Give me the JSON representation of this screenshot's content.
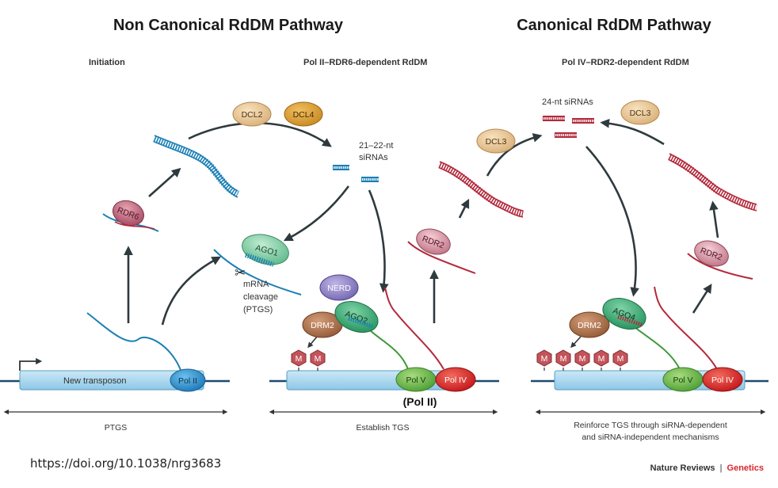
{
  "headings": {
    "non_canonical": "Non Canonical RdDM Pathway",
    "canonical": "Canonical RdDM Pathway"
  },
  "panels": {
    "initiation": {
      "subtitle": "Initiation",
      "gene_label": "New transposon",
      "polymerase": "Pol II",
      "enzymes": [
        "RDR6",
        "AGO1"
      ],
      "cleavage_text": [
        "mRNA",
        "cleavage",
        "(PTGS)"
      ],
      "bottom_label": "PTGS"
    },
    "pol2_rdr6": {
      "subtitle": "Pol II–RDR6-dependent RdDM",
      "dicers": [
        "DCL2",
        "DCL4"
      ],
      "sirna_text": [
        "21–22-nt",
        "siRNAs"
      ],
      "proteins": [
        "NERD",
        "AGO2",
        "DRM2"
      ],
      "methyl": "M",
      "polymerases": [
        "Pol V",
        "Pol IV"
      ],
      "pol_note": "(Pol II)",
      "bottom_label": "Establish TGS"
    },
    "pol4_rdr2": {
      "subtitle": "Pol IV–RDR2-dependent RdDM",
      "sirna_text": "24-nt siRNAs",
      "dicers": [
        "DCL3",
        "DCL3"
      ],
      "proteins": [
        "RDR2",
        "RDR2",
        "DRM2",
        "AGO4"
      ],
      "methyl": "M",
      "polymerases": [
        "Pol V",
        "Pol IV"
      ],
      "bottom_label": [
        "Reinforce TGS through siRNA-dependent",
        "and siRNA-independent mechanisms"
      ]
    }
  },
  "doi": "https://doi.org/10.1038/nrg3683",
  "credit": {
    "journal": "Nature Reviews",
    "separator": "|",
    "section": "Genetics"
  },
  "colors": {
    "blue_rna": "#1b7fb5",
    "red_rna": "#b32a3c",
    "gene_bar": "#a9d6ee",
    "pol2": "#2a8ccf",
    "pol5": "#6fbf4a",
    "pol4": "#e0271f",
    "dcl": "#e8c89a",
    "dcl4": "#d8a040",
    "ago": "#5dbf8a",
    "nerd": "#8c7fc0",
    "drm2": "#a9704e",
    "rdr": "#d98a9c",
    "methyl": "#c4545a",
    "accent_red": "#d9262c"
  }
}
